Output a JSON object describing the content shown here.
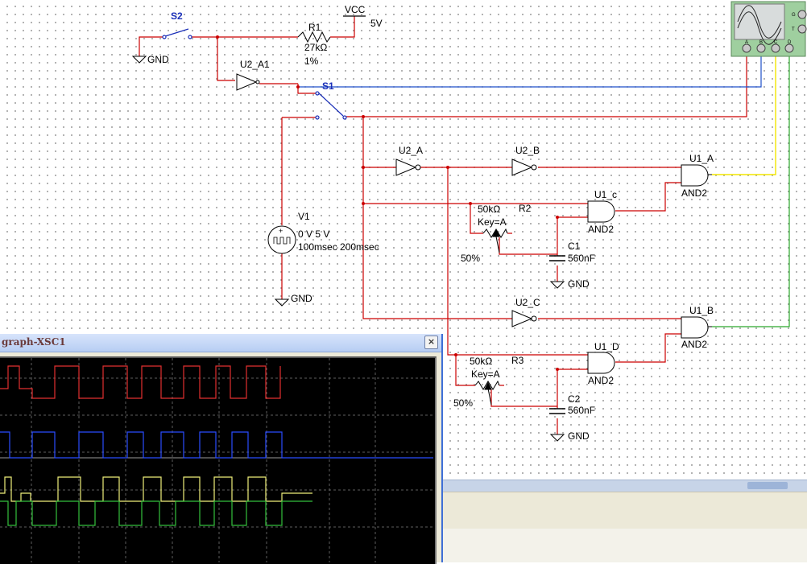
{
  "schematic": {
    "switch_s2": "S2",
    "switch_s1": "S1",
    "gnd": "GND",
    "vcc": "VCC",
    "vcc_value": "5V",
    "r1": {
      "name": "R1",
      "value": "27kΩ",
      "tolerance": "1%"
    },
    "u2_a1": "U2_A1",
    "u2_a": "U2_A",
    "u2_b": "U2_B",
    "u2_c": "U2_C",
    "u1_a": "U1_A",
    "u1_b": "U1_B",
    "u1_c": "U1_c",
    "u1_d": "U1_D",
    "and2": "AND2",
    "v1": {
      "name": "V1",
      "line1": "0 V 5 V",
      "line2": "100msec 200msec"
    },
    "r2": {
      "value": "50kΩ",
      "name": "R2",
      "key": "Key=A",
      "percent": "50%"
    },
    "r3": {
      "value": "50kΩ",
      "name": "R3",
      "key": "Key=A",
      "percent": "50%"
    },
    "c1": {
      "name": "C1",
      "value": "560nF"
    },
    "c2": {
      "name": "C2",
      "value": "560nF"
    },
    "scope_terminals": {
      "a": "A",
      "b": "B",
      "c": "C",
      "d": "D",
      "g": "G",
      "t": "T"
    }
  },
  "oscilloscope_window": {
    "title": "graph-XSC1",
    "close": "×"
  },
  "colors": {
    "wire_red": "#cc0000",
    "wire_blue": "#1f4fc9",
    "wire_yellow": "#f2e600",
    "wire_green": "#2aa62a",
    "trace_red": "#e23030",
    "trace_blue": "#2a4cff",
    "trace_yellow": "#f0f07a",
    "trace_green": "#34c03c"
  }
}
